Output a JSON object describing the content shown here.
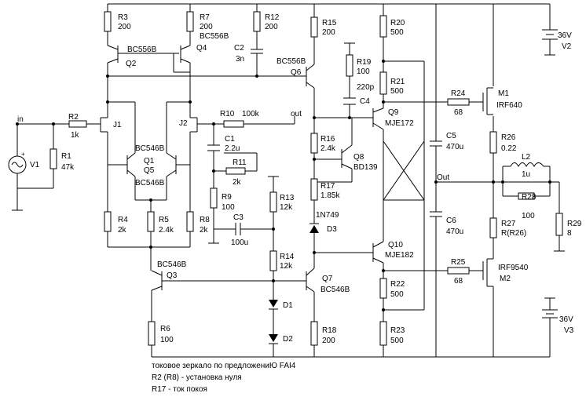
{
  "labels": {
    "R3": "R3",
    "R3v": "200",
    "R7": "R7",
    "R7v": "200",
    "Q4t": "BC556B",
    "Q4": "Q4",
    "R12": "R12",
    "R12v": "200",
    "C2": "C2",
    "C2v": "3n",
    "Q2t": "BC556B",
    "Q2": "Q2",
    "R15": "R15",
    "R15v": "200",
    "Q6t": "BC556B",
    "Q6": "Q6",
    "R20": "R20",
    "R20v": "500",
    "R19": "R19",
    "R19v": "100",
    "C4v": "220p",
    "C4": "C4",
    "R21": "R21",
    "R21v": "500",
    "R24": "R24",
    "R24v": "68",
    "M1": "M1",
    "M1t": "IRF640",
    "V2v": "36V",
    "V2": "V2",
    "in": "in",
    "R2": "R2",
    "R2v": "1k",
    "J1": "J1",
    "J2": "J2",
    "R10": "R10",
    "R10v": "100k",
    "out": "out",
    "Q9": "Q9",
    "Q9t": "MJE172",
    "C5": "C5",
    "C5v": "470u",
    "R26": "R26",
    "R26v": "0.22",
    "V1": "V1",
    "R1": "R1",
    "R1v": "47k",
    "C1": "C1",
    "C1v": "2.2u",
    "Q1t": "BC546B",
    "Q1": "Q1",
    "Q5": "Q5",
    "Q5t": "BC546B",
    "R11": "R11",
    "R11v": "2k",
    "R16": "R16",
    "R16v": "2.4k",
    "Q8": "Q8",
    "Q8t": "BD139",
    "L2": "L2",
    "L2v": "1u",
    "Out": "Out",
    "R17": "R17",
    "R17v": "1.85k",
    "R28": "R28",
    "R28v": "100",
    "R13": "R13",
    "R13v": "12k",
    "R9": "R9",
    "R9v": "100",
    "D3t": "1N749",
    "D3": "D3",
    "R4": "R4",
    "R4v": "2k",
    "R5": "R5",
    "R5v": "2.4k",
    "R8": "R8",
    "R8v": "2k",
    "C3": "C3",
    "C3v": "100u",
    "C6": "C6",
    "C6v": "470u",
    "R27": "R27",
    "R27v": "R(R26)",
    "R29": "R29",
    "R29v": "8",
    "R14": "R14",
    "R14v": "12k",
    "Q10": "Q10",
    "Q10t": "MJE182",
    "R25": "R25",
    "R25v": "68",
    "M2t": "IRF9540",
    "M2": "M2",
    "Q3t": "BC546B",
    "Q3": "Q3",
    "Q7": "Q7",
    "Q7t": "BC546B",
    "R22": "R22",
    "R22v": "500",
    "D1": "D1",
    "R6": "R6",
    "R6v": "100",
    "R18": "R18",
    "R18v": "200",
    "R23": "R23",
    "R23v": "500",
    "D2": "D2",
    "V3v": "36V",
    "V3": "V3"
  },
  "notes": [
    "токовое зеркало по предложениЮ FAI4",
    "R2 (R8) - установка нуля",
    "R17 - ток покоя"
  ]
}
